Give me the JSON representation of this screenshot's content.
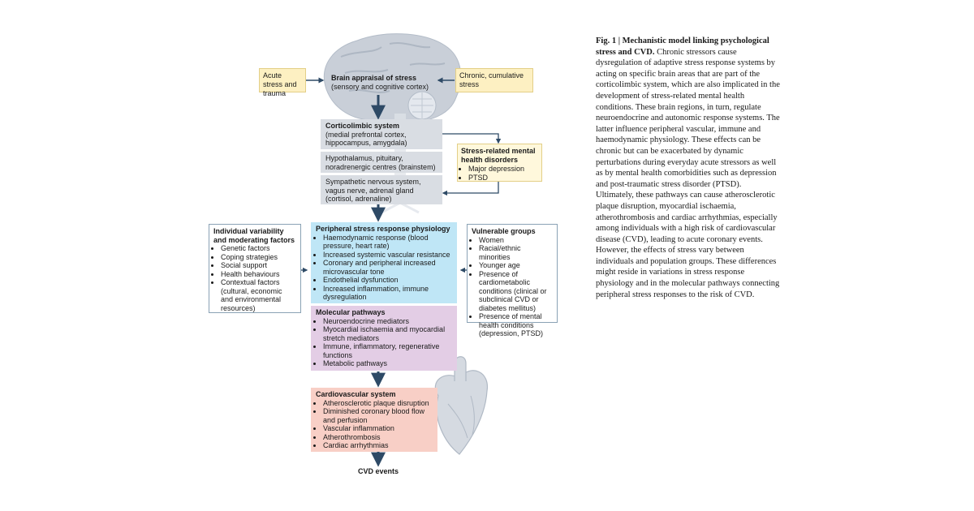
{
  "caption": {
    "label": "Fig. 1 | Mechanistic model linking psychological stress and CVD.",
    "text": "Chronic stressors cause dysregulation of adaptive stress response systems by acting on specific brain areas that are part of the corticolimbic system, which are also implicated in the development of stress-related mental health conditions. These brain regions, in turn, regulate neuroendocrine and autonomic response systems. The latter influence peripheral vascular, immune and haemodynamic physiology. These effects can be chronic but can be exacerbated by dynamic perturbations during everyday acute stressors as well as by mental health comorbidities such as depression and post-traumatic stress disorder (PTSD). Ultimately, these pathways can cause atherosclerotic plaque disruption, myocardial ischaemia, atherothrombosis and cardiac arrhythmias, especially among individuals with a high risk of cardiovascular disease (CVD), leading to acute coronary events. However, the effects of stress vary between individuals and population groups. These differences might reside in variations in stress response physiology and in the molecular pathways connecting peripheral stress responses to the risk of CVD."
  },
  "diagram": {
    "acute": "Acute stress and trauma",
    "chronic": "Chronic, cumulative stress",
    "appraisal": {
      "title": "Brain appraisal of stress",
      "sub": "(sensory and cognitive cortex)"
    },
    "corticolimbic": {
      "title": "Corticolimbic system",
      "sub": "(medial prefrontal cortex, hippocampus, amygdala)"
    },
    "hypothalamus": "Hypothalamus, pituitary, noradrenergic centres (brainstem)",
    "sympathetic": "Sympathetic nervous system, vagus nerve, adrenal gland (cortisol, adrenaline)",
    "mental": {
      "title": "Stress-related mental health disorders",
      "items": [
        "Major depression",
        "PTSD"
      ]
    },
    "individual": {
      "title": "Individual variability and moderating factors",
      "items": [
        "Genetic factors",
        "Coping strategies",
        "Social support",
        "Health behaviours",
        "Contextual factors (cultural, economic and environmental resources)"
      ]
    },
    "peripheral": {
      "title": "Peripheral stress response physiology",
      "items": [
        "Haemodynamic response (blood pressure, heart rate)",
        "Increased systemic vascular resistance",
        "Coronary and peripheral increased microvascular tone",
        "Endothelial dysfunction",
        "Increased inflammation, immune dysregulation"
      ]
    },
    "vulnerable": {
      "title": "Vulnerable groups",
      "items": [
        "Women",
        "Racial/ethnic minorities",
        "Younger age",
        "Presence of cardiometabolic conditions (clinical or subclinical CVD or diabetes mellitus)",
        "Presence of mental health conditions (depression, PTSD)"
      ]
    },
    "molecular": {
      "title": "Molecular pathways",
      "items": [
        "Neuroendocrine mediators",
        "Myocardial ischaemia and myocardial stretch mediators",
        "Immune, inflammatory, regenerative functions",
        "Metabolic pathways"
      ]
    },
    "cardio": {
      "title": "Cardiovascular system",
      "items": [
        "Atherosclerotic plaque disruption",
        "Diminished coronary blood flow and perfusion",
        "Vascular inflammation",
        "Atherothrombosis",
        "Cardiac arrhythmias"
      ]
    },
    "events": "CVD events"
  },
  "colors": {
    "yellow": "#fdf0c2",
    "grey": "#d9dde3",
    "blue": "#bfe6f6",
    "purple": "#e3cde5",
    "red": "#f8cfc6",
    "arrow": "#2e4a66",
    "outline": "#8aa2b5"
  }
}
